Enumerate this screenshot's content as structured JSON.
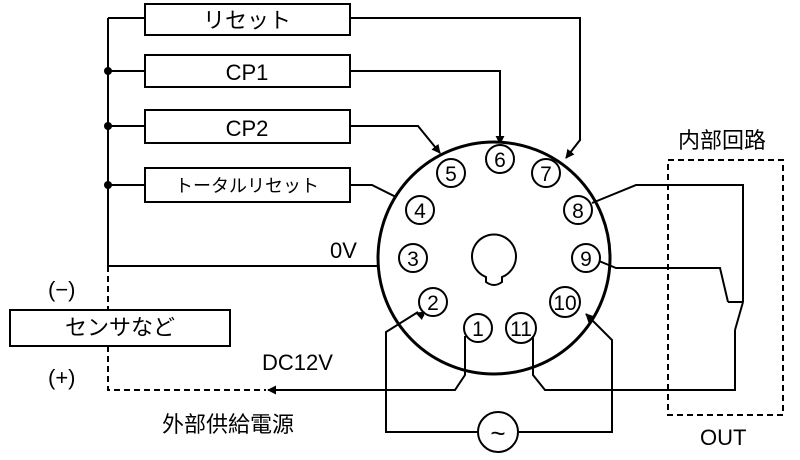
{
  "inputs": {
    "reset": "リセット",
    "cp1": "CP1",
    "cp2": "CP2",
    "total_reset": "トータルリセット"
  },
  "labels": {
    "zero_v": "0V",
    "minus": "(−)",
    "plus": "(+)",
    "sensor": "センサなど",
    "dc12v": "DC12V",
    "external_supply": "外部供給電源",
    "internal_circuit": "内部回路",
    "out": "OUT"
  },
  "pins": [
    "1",
    "2",
    "3",
    "4",
    "5",
    "6",
    "7",
    "8",
    "9",
    "10",
    "11"
  ],
  "ac_source_symbol": "~"
}
